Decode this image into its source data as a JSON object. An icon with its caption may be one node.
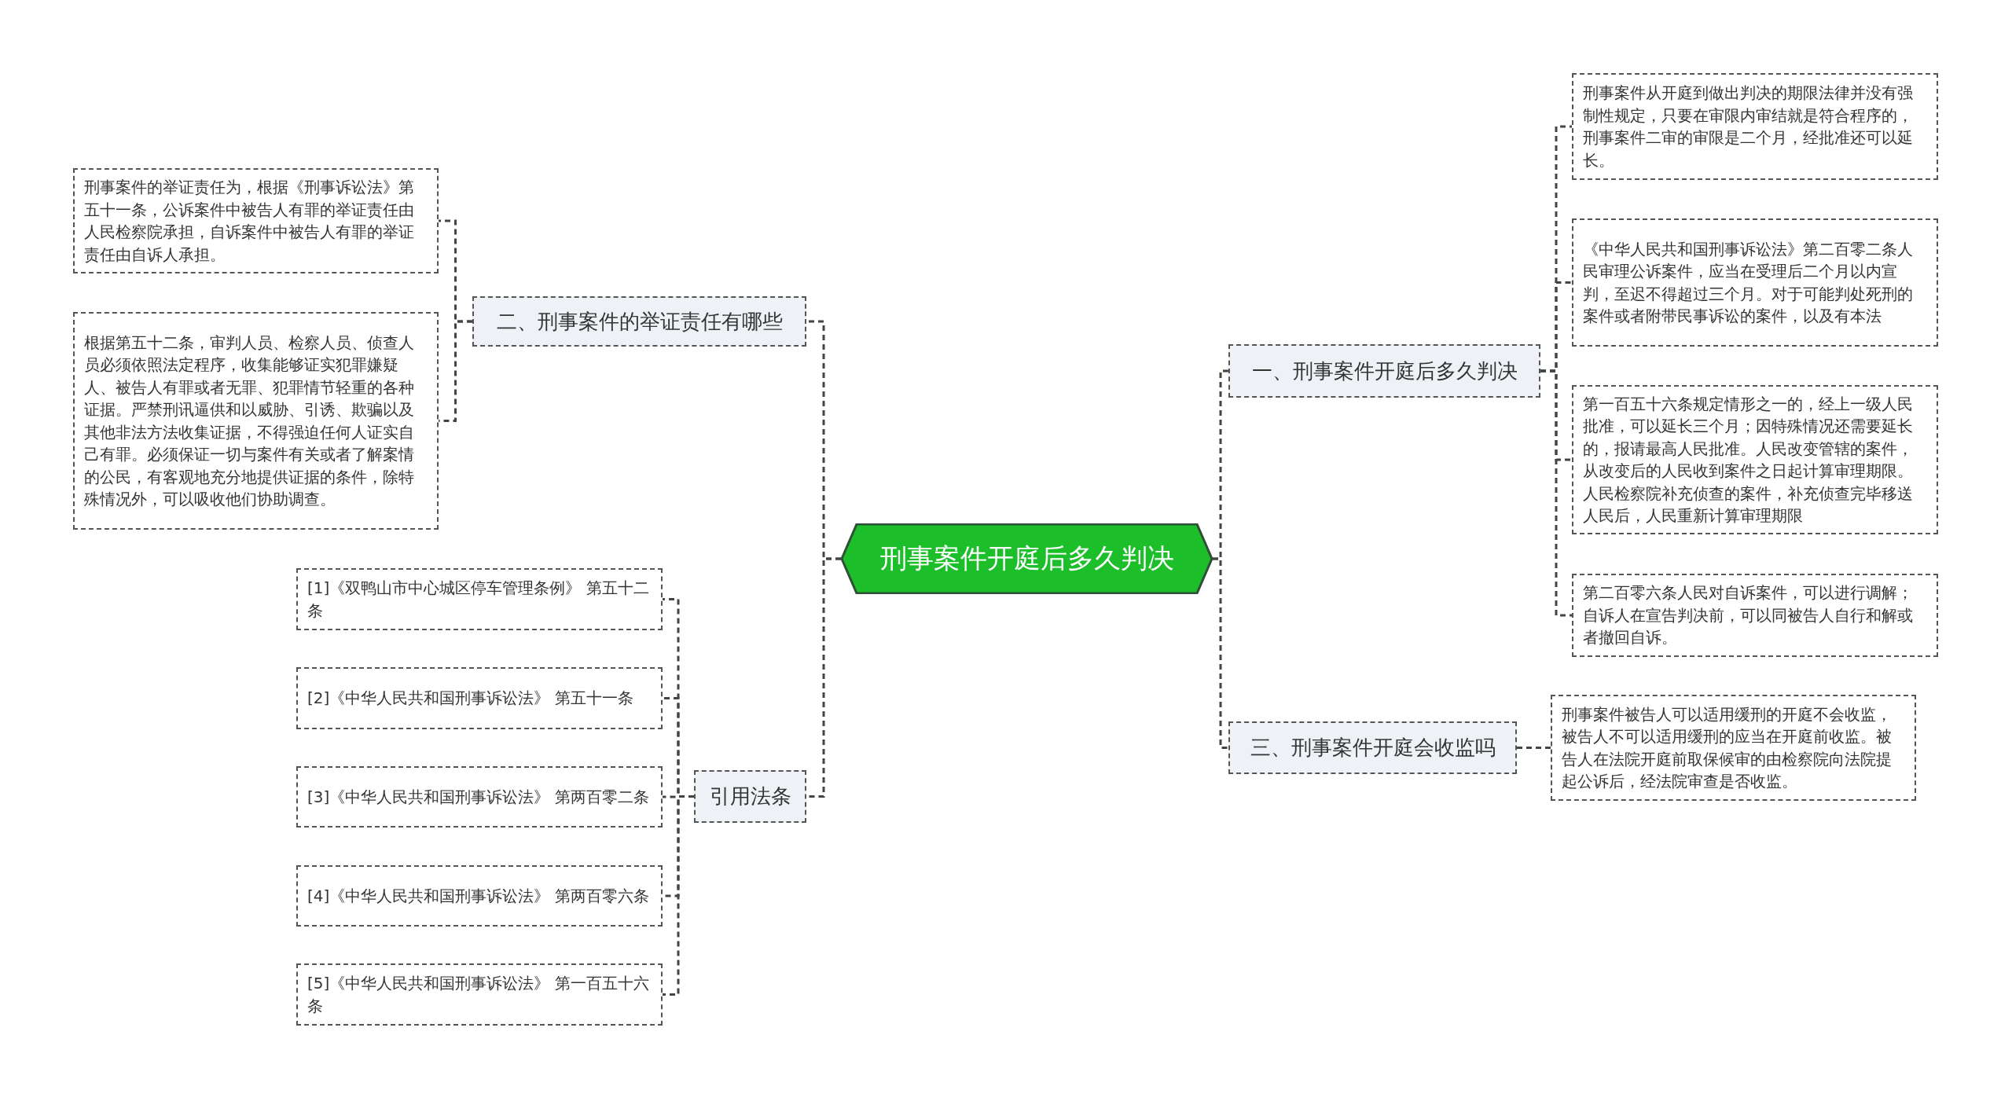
{
  "diagram": {
    "nodes": [
      {
        "text": [
          "刑事案件开庭后多久判决"
        ]
      },
      {
        "text": [
          "一、刑事案件开庭后多久判决"
        ]
      },
      {
        "text": [
          "刑事案件从开庭到做出判决的期限法律并没有强制性规定，只要在审限内审结就是符合程序的，刑事案件二审的审限是二个月，经批准还可以延长。"
        ]
      },
      {
        "text": [
          "《中华人民共和国刑事诉讼法》第二百零二条人民审理公诉案件，应当在受理后二个月以内宣判，至迟不得超过三个月。对于可能判处死刑的案件或者附带民事诉讼的案件，以及有本法"
        ]
      },
      {
        "text": [
          "第一百五十六条规定情形之一的，经上一级人民批准，可以延长三个月；因特殊情况还需要延长的，报请最高人民批准。人民改变管辖的案件，从改变后的人民收到案件之日起计算审理期限。人民检察院补充侦查的案件，补充侦查完毕移送人民后，人民重新计算审理期限"
        ]
      },
      {
        "text": [
          "第二百零六条人民对自诉案件，可以进行调解；自诉人在宣告判决前，可以同被告人自行和解或者撤回自诉。"
        ]
      },
      {
        "text": [
          "三、刑事案件开庭会收监吗"
        ]
      },
      {
        "text": [
          "刑事案件被告人可以适用缓刑的开庭不会收监，被告人不可以适用缓刑的应当在开庭前收监。被告人在法院开庭前取保候审的由检察院向法院提起公诉后，经法院审查是否收监。"
        ]
      },
      {
        "text": [
          "二、刑事案件的举证责任有哪些"
        ]
      },
      {
        "text": [
          "刑事案件的举证责任为，根据《刑事诉讼法》第五十一条，公诉案件中被告人有罪的举证责任由人民检察院承担，自诉案件中被告人有罪的举证责任由自诉人承担。"
        ]
      },
      {
        "text": [
          "根据第五十二条，审判人员、检察人员、侦查人员必须依照法定程序，收集能够证实犯罪嫌疑人、被告人有罪或者无罪、犯罪情节轻重的各种证据。严禁刑讯逼供和以威胁、引诱、欺骗以及其他非法方法收集证据，不得强迫任何人证实自己有罪。必须保证一切与案件有关或者了解案情的公民，有客观地充分地提供证据的条件，除特殊情况外，可以吸收他们协助调查。"
        ]
      },
      {
        "text": [
          "引用法条"
        ]
      },
      {
        "text": [
          "[1]《双鸭山市中心城区停车管理条例》 第五十二条"
        ]
      },
      {
        "text": [
          "[2]《中华人民共和国刑事诉讼法》 第五十一条"
        ]
      },
      {
        "text": [
          "[3]《中华人民共和国刑事诉讼法》 第两百零二条"
        ]
      },
      {
        "text": [
          "[4]《中华人民共和国刑事诉讼法》 第两百零六条"
        ]
      },
      {
        "text": [
          "[5]《中华人民共和国刑事诉讼法》 第一百五十六条"
        ]
      }
    ],
    "edges": [
      {
        "from": 0,
        "to": 1,
        "arrow": "none"
      },
      {
        "from": 1,
        "to": 2,
        "arrow": "none"
      },
      {
        "from": 1,
        "to": 3,
        "arrow": "none"
      },
      {
        "from": 1,
        "to": 4,
        "arrow": "none"
      },
      {
        "from": 1,
        "to": 5,
        "arrow": "none"
      },
      {
        "from": 0,
        "to": 6,
        "arrow": "none"
      },
      {
        "from": 6,
        "to": 7,
        "arrow": "none"
      },
      {
        "from": 0,
        "to": 8,
        "arrow": "none"
      },
      {
        "from": 8,
        "to": 9,
        "arrow": "none"
      },
      {
        "from": 8,
        "to": 10,
        "arrow": "none"
      },
      {
        "from": 0,
        "to": 11,
        "arrow": "none"
      },
      {
        "from": 11,
        "to": 12,
        "arrow": "none"
      },
      {
        "from": 11,
        "to": 13,
        "arrow": "none"
      },
      {
        "from": 11,
        "to": 14,
        "arrow": "none"
      },
      {
        "from": 11,
        "to": 15,
        "arrow": "none"
      },
      {
        "from": 11,
        "to": 16,
        "arrow": "none"
      }
    ]
  }
}
